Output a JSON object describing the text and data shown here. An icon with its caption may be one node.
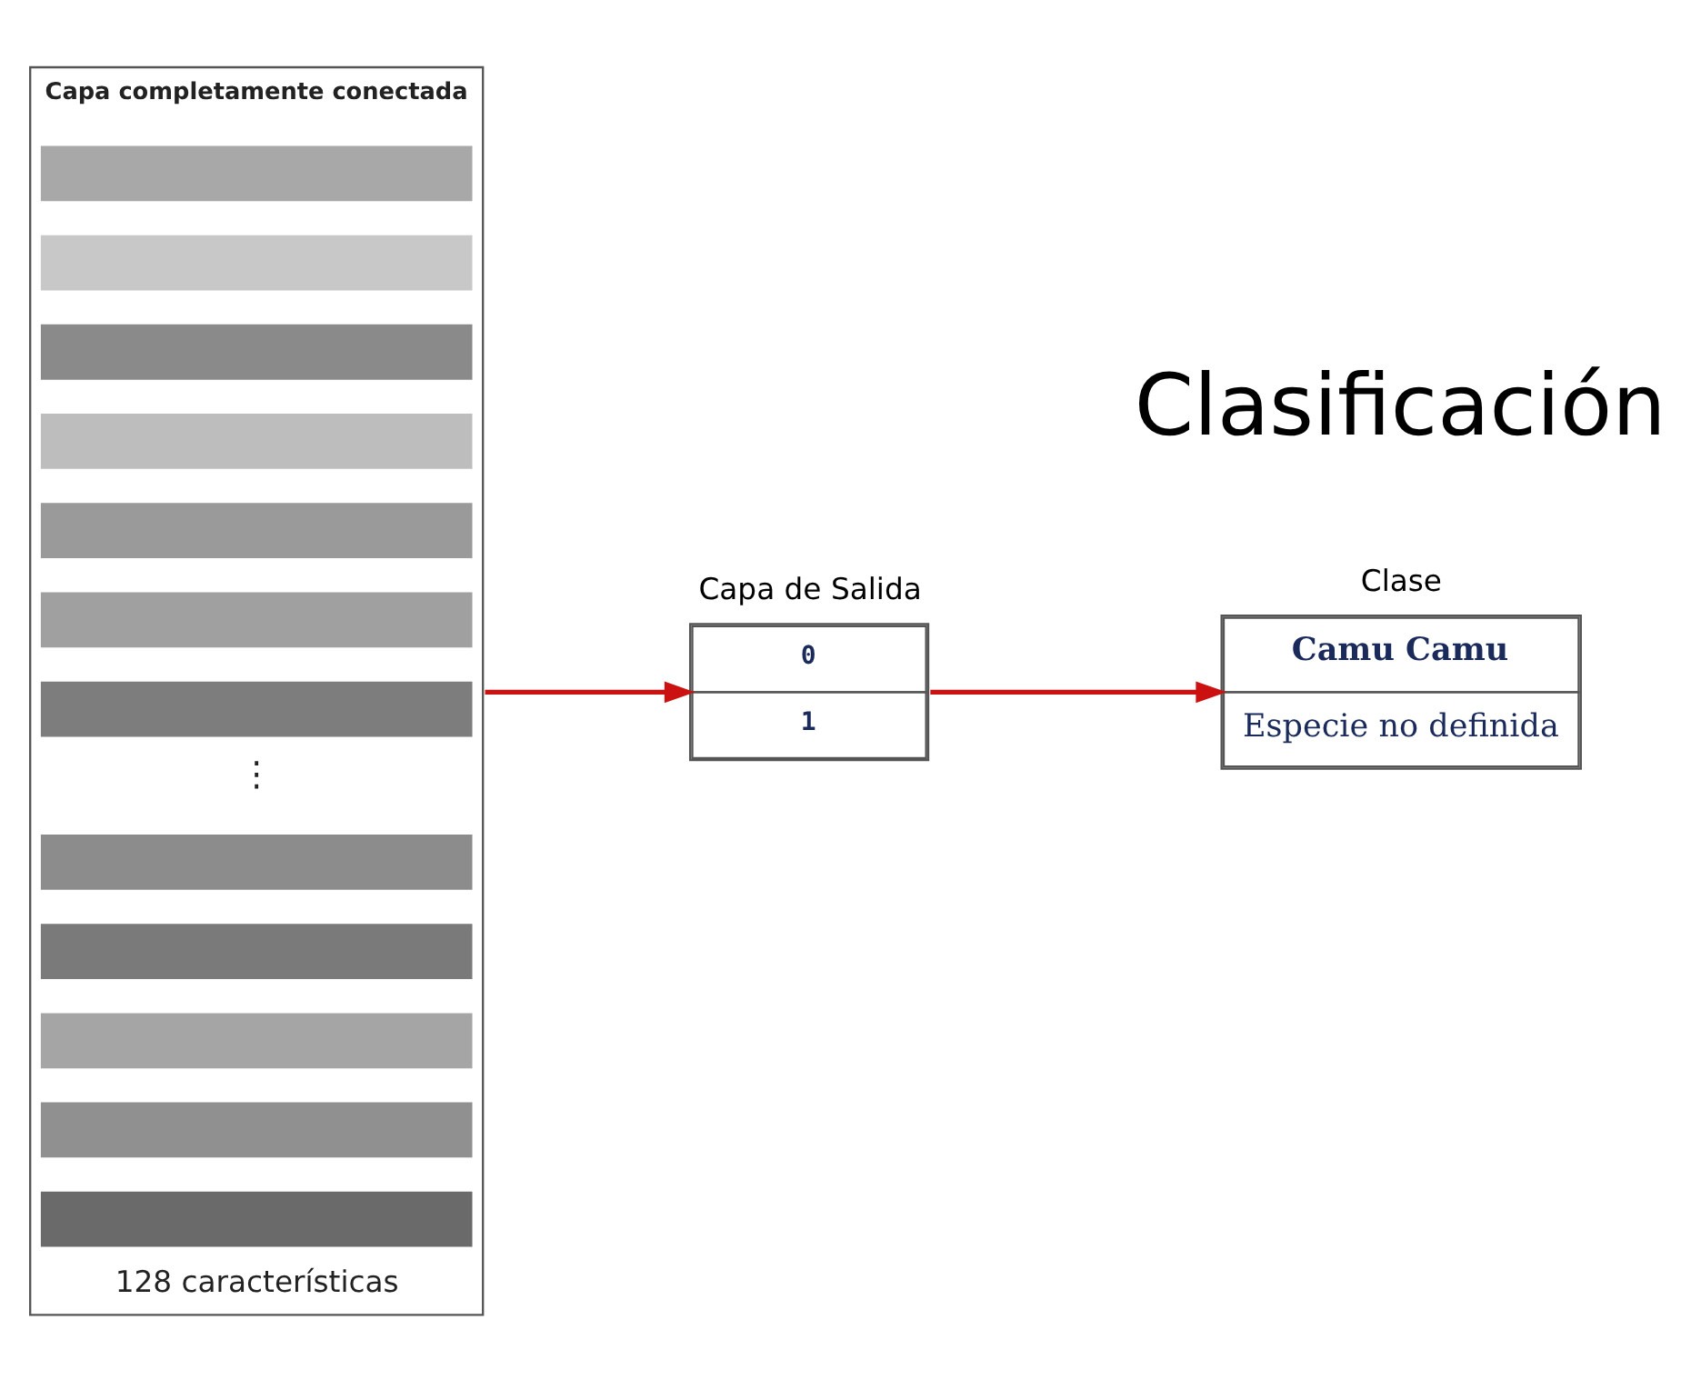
{
  "diagram": {
    "nodes": [
      {
        "text": [
          "Capa completamente conectada",
          "⋮",
          "128 características"
        ]
      },
      {
        "text": [
          "0",
          "1"
        ],
        "beside": [
          "Capa de Salida"
        ]
      },
      {
        "text": [
          "Camu Camu",
          "Especie no definida"
        ],
        "beside": [
          "Clase"
        ]
      }
    ],
    "edges": [
      {
        "from": 0,
        "to": 1,
        "arrow": "to"
      },
      {
        "from": 1,
        "to": 2,
        "arrow": "to"
      }
    ],
    "labels": [
      "Clasificación"
    ]
  }
}
